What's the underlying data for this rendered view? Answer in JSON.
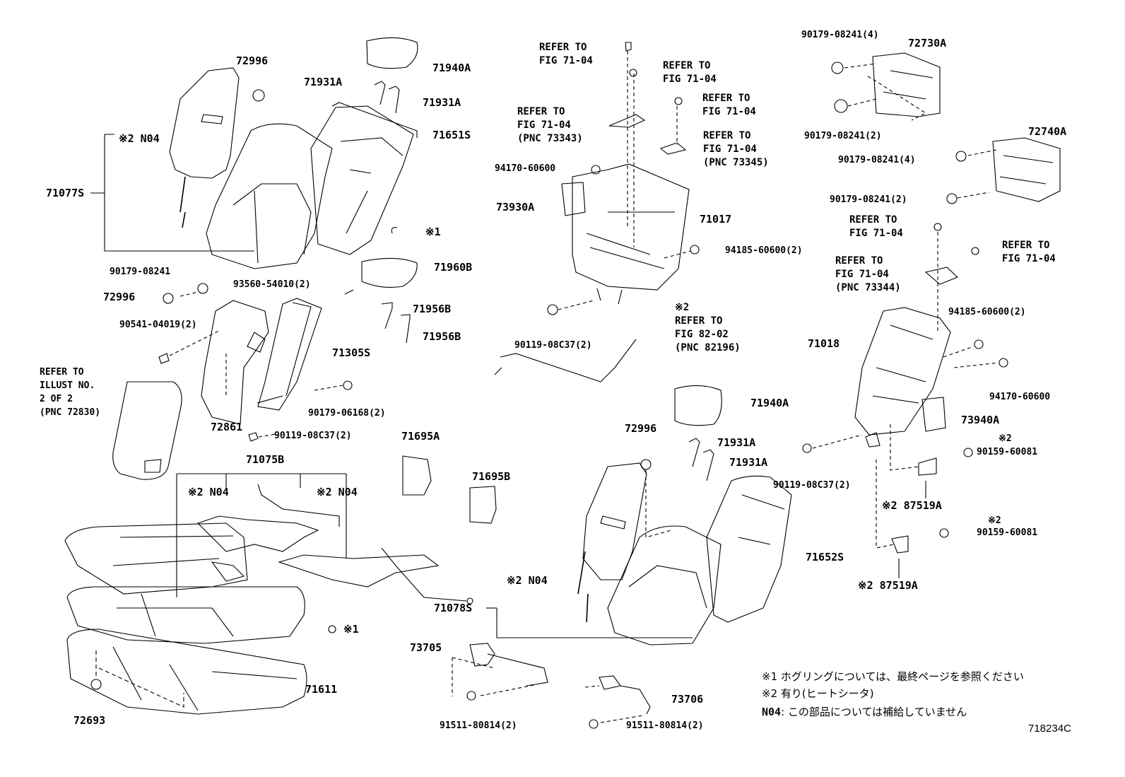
{
  "diagram": {
    "figure_code": "718234C",
    "parts": {
      "p72996a": "72996",
      "p71940A_a": "71940A",
      "p71931A_a1": "71931A",
      "p71931A_a2": "71931A",
      "p71651S": "71651S",
      "p71077S": "71077S",
      "p72996b": "72996",
      "p90179_08241_a": "90179-08241",
      "p93560": "93560-54010(2)",
      "p71960B": "71960B",
      "p71956B_1": "71956B",
      "p71956B_2": "71956B",
      "p90541": "90541-04019(2)",
      "p71305S": "71305S",
      "p90179_06168": "90179-06168(2)",
      "p90119_a": "90119-08C37(2)",
      "p72861": "72861",
      "p71695A": "71695A",
      "p71075B": "71075B",
      "p71695B": "71695B",
      "p71078S": "71078S",
      "p71611": "71611",
      "p72693": "72693",
      "p73705": "73705",
      "p91511_a": "91511-80814(2)",
      "p73706": "73706",
      "p91511_b": "91511-80814(2)",
      "p94170_a": "94170-60600",
      "p73930A": "73930A",
      "p71017": "71017",
      "p94185_a": "94185-60600(2)",
      "p90119_b": "90119-08C37(2)",
      "p71940A_b": "71940A",
      "p72996c": "72996",
      "p71931A_b1": "71931A",
      "p71931A_b2": "71931A",
      "p71652S": "71652S",
      "p90179_08241_4a": "90179-08241(4)",
      "p72730A": "72730A",
      "p90179_08241_2a": "90179-08241(2)",
      "p90179_08241_4b": "90179-08241(4)",
      "p72740A": "72740A",
      "p90179_08241_2b": "90179-08241(2)",
      "p71018": "71018",
      "p94185_b": "94185-60600(2)",
      "p94170_b": "94170-60600",
      "p73940A": "73940A",
      "p90119_c": "90119-08C37(2)",
      "p90159_a": "90159-60081",
      "p87519A_a": "87519A",
      "p90159_b": "90159-60081",
      "p87519A_b": "87519A",
      "n04_1": "N04",
      "n04_2": "N04",
      "n04_3": "N04",
      "n04_4": "N04"
    },
    "marks": {
      "kome1": "※1",
      "kome2": "※2"
    },
    "refer": {
      "r1": [
        "REFER TO",
        "FIG 71-04"
      ],
      "r2": [
        "REFER TO",
        "FIG 71-04"
      ],
      "r3": [
        "REFER TO",
        "FIG 71-04",
        "(PNC 73343)"
      ],
      "r4": [
        "REFER TO",
        "FIG 71-04"
      ],
      "r5": [
        "REFER TO",
        "FIG 71-04",
        "(PNC 73345)"
      ],
      "r6": [
        "REFER TO",
        "FIG 82-02",
        "(PNC 82196)"
      ],
      "r7": [
        "REFER TO",
        "ILLUST NO.",
        "2 OF 2",
        "(PNC 72830)"
      ],
      "r8": [
        "REFER TO",
        "FIG 71-04"
      ],
      "r9": [
        "REFER TO",
        "FIG 71-04",
        "(PNC 73344)"
      ],
      "r10": [
        "REFER TO",
        "FIG 71-04"
      ]
    },
    "legend": {
      "note1": "※1 ホグリングについては、最終ページを参照ください",
      "note2": "※2 有り(ヒートシータ)",
      "note3_code": "N04",
      "note3_text": ": この部品については補給していません"
    }
  }
}
